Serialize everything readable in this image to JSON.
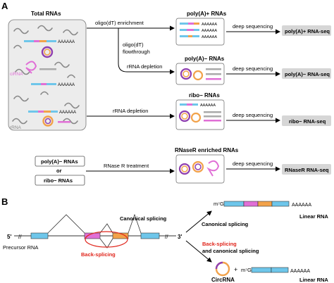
{
  "panel_a": {
    "letter": "A",
    "total_title": "Total RNAs",
    "cirna_label": "ciRNA",
    "rrna_label": "rRNA",
    "polya_tail": "AAAAAA",
    "steps": {
      "oligo_enrichment": "oligo(dT) enrichment",
      "oligo_flow_1": "oligo(dT)",
      "oligo_flow_2": "flowthrough",
      "rrna_depletion_1": "rRNA depletion",
      "rrna_depletion_2": "rRNA depletion",
      "rnase_treatment": "RNase R treatment",
      "deep_seq": "deep sequencing"
    },
    "boxes": {
      "polya_plus": "poly(A)+ RNAs",
      "polya_minus": "poly(A)− RNAs",
      "ribo_minus": "ribo− RNAs",
      "rnaser_enriched": "RNaseR enriched RNAs"
    },
    "inputs": {
      "polya_minus": "poly(A)− RNAs",
      "or": "or",
      "ribo_minus": "ribo− RNAs"
    },
    "outputs": {
      "polya_plus_seq": "poly(A)+ RNA-seq",
      "polya_minus_seq": "poly(A)− RNA-seq",
      "ribo_minus_seq": "ribo− RNA-seq",
      "rnaser_seq": "RNaseR RNA-seq"
    }
  },
  "panel_b": {
    "letter": "B",
    "five_prime": "5'",
    "three_prime": "3'",
    "precursor": "Precursor RNA",
    "canonical_top": "Canonical splicing",
    "back_splicing": "Back-splicing",
    "m7g": "m⁷G",
    "polya": "AAAAAA",
    "linear_rna": "Linear RNA",
    "canonical_right": "Canonical splicing",
    "back_splicing_right": "Back-splicing",
    "and_canonical": "and canonical splicing",
    "plus": "+",
    "circrna": "CircRNA"
  },
  "colors": {
    "pink": "#e06fd6",
    "orange": "#f2a24a",
    "blue": "#6ec6ea",
    "purple": "#8f3fb0",
    "gray_box": "#d6d6d6",
    "red": "#e0261c"
  }
}
